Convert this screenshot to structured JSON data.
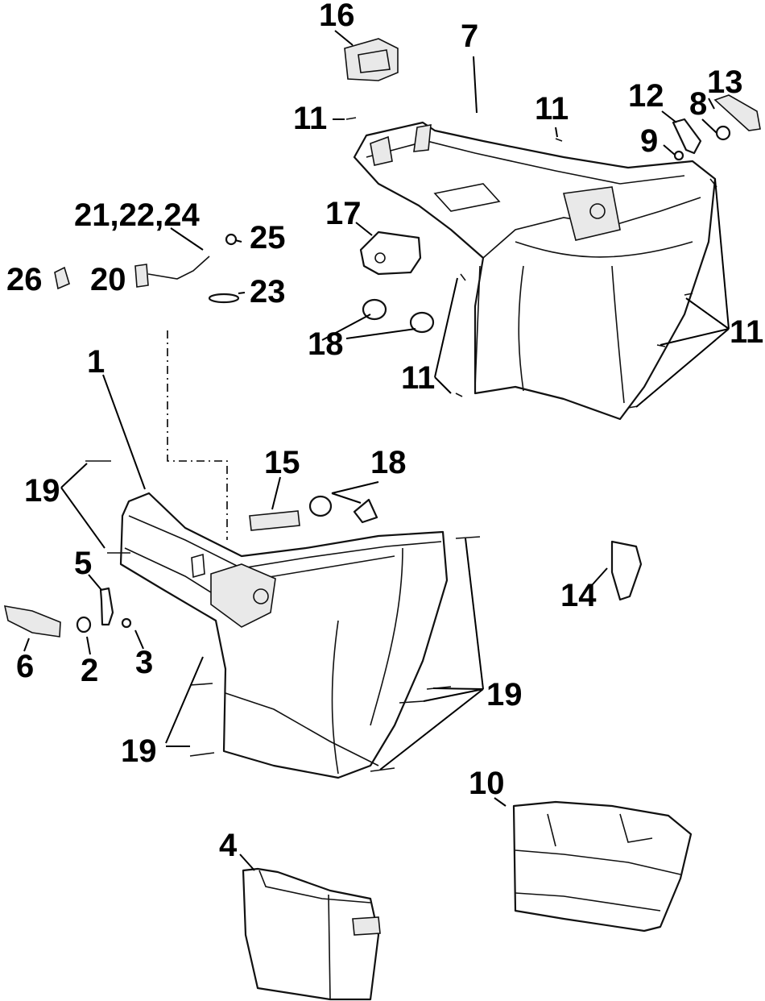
{
  "callouts": {
    "c1": "1",
    "c2": "2",
    "c3": "3",
    "c4": "4",
    "c5": "5",
    "c6": "6",
    "c7": "7",
    "c8": "8",
    "c9": "9",
    "c10": "10",
    "c11a": "11",
    "c11b": "11",
    "c11c": "11",
    "c11d": "11",
    "c12": "12",
    "c13": "13",
    "c14": "14",
    "c15": "15",
    "c16": "16",
    "c17": "17",
    "c18a": "18",
    "c18b": "18",
    "c19a": "19",
    "c19b": "19",
    "c19c": "19",
    "c20": "20",
    "c21": "21,22,24",
    "c23": "23",
    "c25": "25",
    "c26": "26"
  }
}
